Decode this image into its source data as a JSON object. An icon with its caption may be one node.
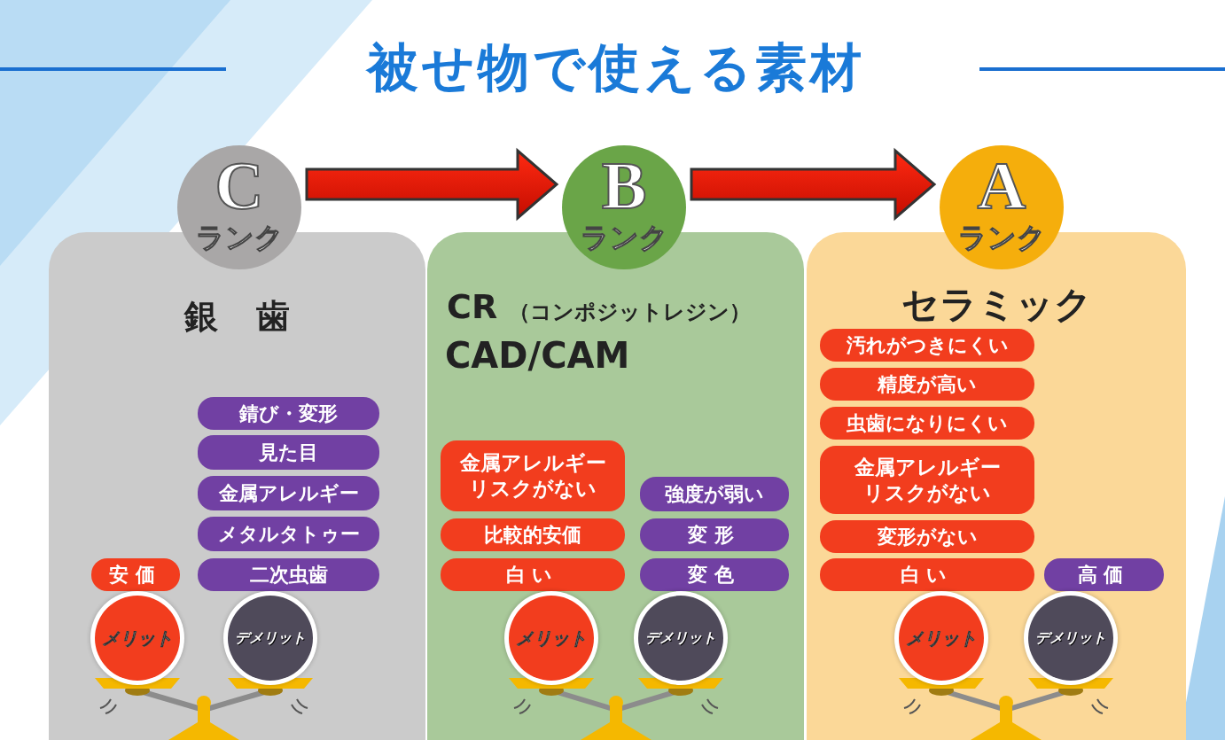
{
  "diagram": {
    "title": "被せ物で使える素材",
    "nodes": [
      {
        "text": [
          "C",
          "ランク"
        ]
      },
      {
        "text": [
          "B",
          "ランク"
        ]
      },
      {
        "text": [
          "A",
          "ランク"
        ]
      },
      {
        "text": [
          "銀 歯"
        ]
      },
      {
        "text": [
          "CR",
          "（コンポジットレジン）",
          "CAD/CAM"
        ]
      },
      {
        "text": [
          "セラミック"
        ]
      },
      {
        "text": [
          "錆び・変形"
        ],
        "in": 3
      },
      {
        "text": [
          "見た目"
        ],
        "in": 3
      },
      {
        "text": [
          "金属アレルギー"
        ],
        "in": 3
      },
      {
        "text": [
          "メタルタトゥー"
        ],
        "in": 3
      },
      {
        "text": [
          "安価"
        ],
        "in": 3
      },
      {
        "text": [
          "二次虫歯"
        ],
        "in": 3
      },
      {
        "text": [
          "メリット"
        ],
        "in": 3
      },
      {
        "text": [
          "デメリット"
        ],
        "in": 3
      },
      {
        "text": [
          "金属アレルギーリスクがない"
        ],
        "in": 4
      },
      {
        "text": [
          "強度が弱い"
        ],
        "in": 4
      },
      {
        "text": [
          "比較的安価"
        ],
        "in": 4
      },
      {
        "text": [
          "変形"
        ],
        "in": 4
      },
      {
        "text": [
          "白い"
        ],
        "in": 4
      },
      {
        "text": [
          "変色"
        ],
        "in": 4
      },
      {
        "text": [
          "メリット"
        ],
        "in": 4
      },
      {
        "text": [
          "デメリット"
        ],
        "in": 4
      },
      {
        "text": [
          "汚れがつきにくい"
        ],
        "in": 5
      },
      {
        "text": [
          "精度が高い"
        ],
        "in": 5
      },
      {
        "text": [
          "虫歯になりにくい"
        ],
        "in": 5
      },
      {
        "text": [
          "金属アレルギーリスクがない"
        ],
        "in": 5
      },
      {
        "text": [
          "変形がない"
        ],
        "in": 5
      },
      {
        "text": [
          "白い"
        ],
        "in": 5
      },
      {
        "text": [
          "高価"
        ],
        "in": 5
      },
      {
        "text": [
          "メリット"
        ],
        "in": 5
      },
      {
        "text": [
          "デメリット"
        ],
        "in": 5
      }
    ],
    "edges": [
      {
        "from": 0,
        "to": 1,
        "arrow": "to"
      },
      {
        "from": 1,
        "to": 2,
        "arrow": "to"
      }
    ]
  }
}
